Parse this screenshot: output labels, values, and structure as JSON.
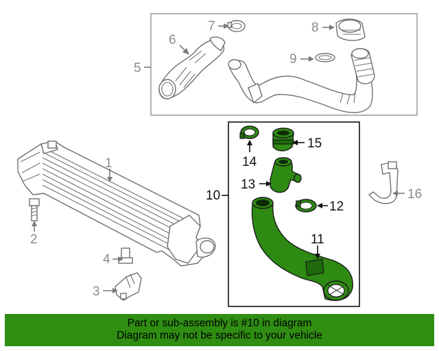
{
  "callouts": {
    "c1": "1",
    "c2": "2",
    "c3": "3",
    "c4": "4",
    "c5": "5",
    "c6": "6",
    "c7": "7",
    "c8": "8",
    "c9": "9",
    "c10": "10",
    "c11": "11",
    "c12": "12",
    "c13": "13",
    "c14": "14",
    "c15": "15",
    "c16": "16"
  },
  "banner": {
    "line1": "Part or sub-assembly is #10 in diagram",
    "line2": "Diagram may not be specific to your vehicle"
  },
  "colors": {
    "highlight": "#2f8d12",
    "outline": "#6e6e6e"
  }
}
